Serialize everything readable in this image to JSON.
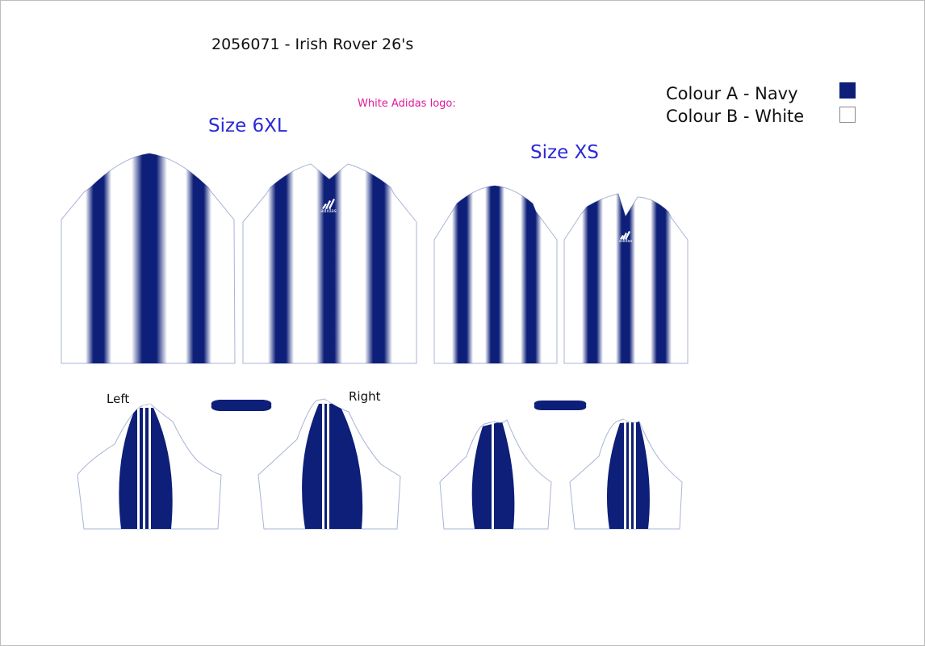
{
  "header": {
    "title": "2056071 - Irish Rover 26's",
    "logo_note": "White Adidas logo:"
  },
  "sizes": {
    "large": "Size 6XL",
    "small": "Size XS"
  },
  "legend": {
    "colour_a": {
      "label": "Colour A - Navy",
      "color": "#0d1f78"
    },
    "colour_b": {
      "label": "Colour B  - White",
      "color": "#ffffff"
    }
  },
  "sleeves": {
    "left": "Left",
    "right": "Right"
  },
  "logo": {
    "brand": "adidas"
  },
  "colors": {
    "navy": "#0d1f78",
    "outline": "#a9b4d6"
  }
}
